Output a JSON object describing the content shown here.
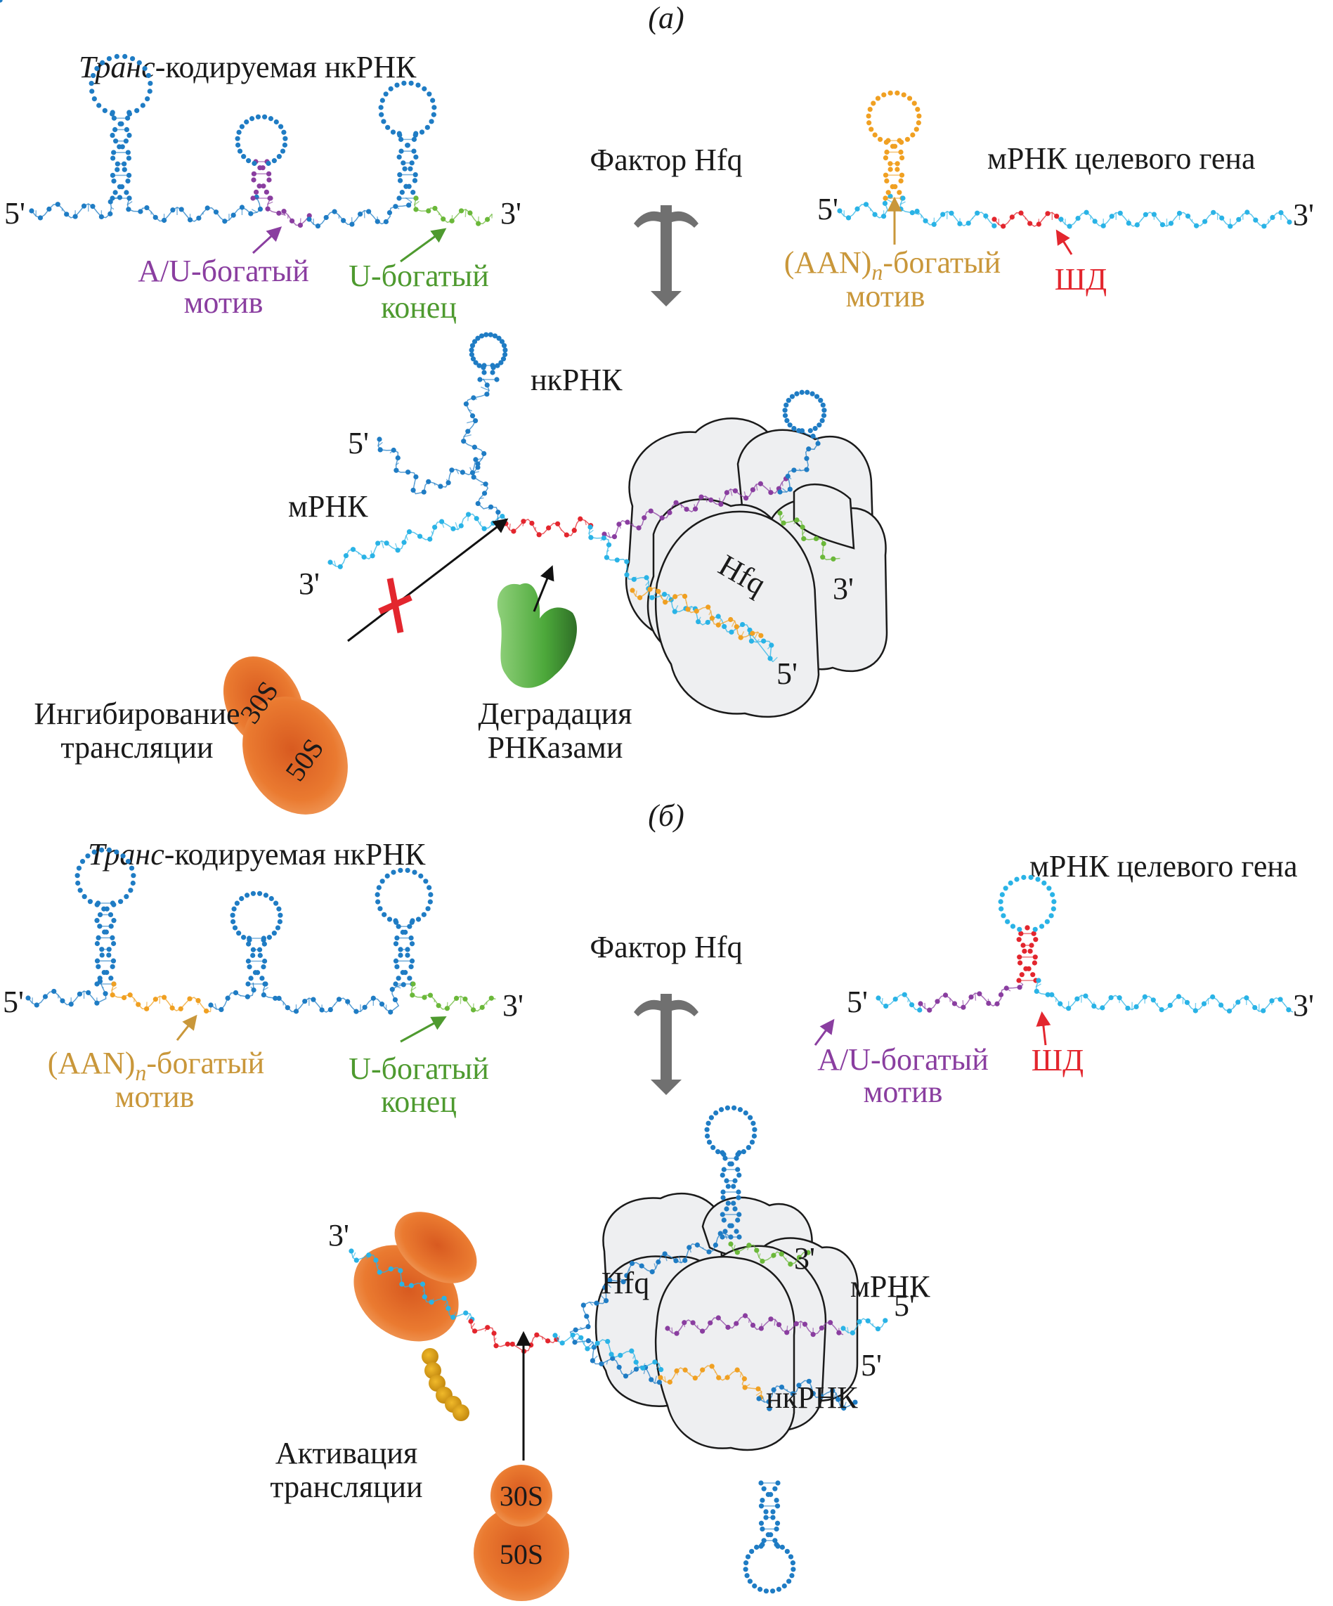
{
  "panels": [
    {
      "id": "a",
      "panel_label": "(а)",
      "ncrna_title_italic": "Транс",
      "ncrna_title_rest": "-кодируемая нкРНК",
      "ncrna_5prime": "5'",
      "ncrna_3prime": "3'",
      "ncrna_motif_label_line1": "A/U-богатый",
      "ncrna_motif_label_line2": "мотив",
      "ncrna_end_label_line1": "U-богатый",
      "ncrna_end_label_line2": "конец",
      "factor_label": "Фактор Hfq",
      "mrna_title": "мРНК целевого гена",
      "mrna_5prime": "5'",
      "mrna_3prime": "3'",
      "mrna_motif_label_prefix": "(AAN)",
      "mrna_motif_label_sub": "n",
      "mrna_motif_label_suffix": "-богатый",
      "mrna_motif_label_line2": "мотив",
      "sd_label": "ШД",
      "complex": {
        "ncrna_label": "нкРНК",
        "mrna_label": "мРНК",
        "hfq_label": "Hfq",
        "five_prime_top": "5'",
        "three_prime_left": "3'",
        "three_prime_right": "3'",
        "five_prime_bottom": "5'",
        "ribosome_small": "30S",
        "ribosome_large": "50S",
        "outcome_1_line1": "Ингибирование",
        "outcome_1_line2": "трансляции",
        "outcome_2_line1": "Деградация",
        "outcome_2_line2": "РНКазами",
        "blocked": true
      }
    },
    {
      "id": "b",
      "panel_label": "(б)",
      "ncrna_title_italic": "Транс",
      "ncrna_title_rest": "-кодируемая нкРНК",
      "ncrna_5prime": "5'",
      "ncrna_3prime": "3'",
      "ncrna_motif_label_prefix": "(AAN)",
      "ncrna_motif_label_sub": "n",
      "ncrna_motif_label_suffix": "-богатый",
      "ncrna_motif_label_line2": "мотив",
      "ncrna_end_label_line1": "U-богатый",
      "ncrna_end_label_line2": "конец",
      "factor_label": "Фактор Hfq",
      "mrna_title": "мРНК целевого гена",
      "mrna_5prime": "5'",
      "mrna_3prime": "3'",
      "mrna_motif_label_line1": "A/U-богатый",
      "mrna_motif_label_line2": "мотив",
      "sd_label": "ШД",
      "complex": {
        "ncrna_label": "нкРНК",
        "mrna_label": "мРНК",
        "hfq_label": "Hfq",
        "three_prime_left": "3'",
        "three_prime_top": "3'",
        "five_prime_right": "5'",
        "five_prime_bottom": "5'",
        "ribosome_small": "30S",
        "ribosome_large": "50S",
        "outcome_line1": "Активация",
        "outcome_line2": "трансляции"
      }
    }
  ],
  "colors": {
    "ncrna_blue": "#1f7cc4",
    "mrna_cyan": "#2ab3e6",
    "au_rich_purple": "#8a3ea0",
    "u_rich_green": "#6bb83a",
    "aan_orange": "#f0a022",
    "sd_red": "#e3262e",
    "ribosome_orange": "#e8702a",
    "rnase_green": "#4caf3e",
    "hfq_fill": "#eeeff1",
    "arrow_gray": "#707070"
  }
}
